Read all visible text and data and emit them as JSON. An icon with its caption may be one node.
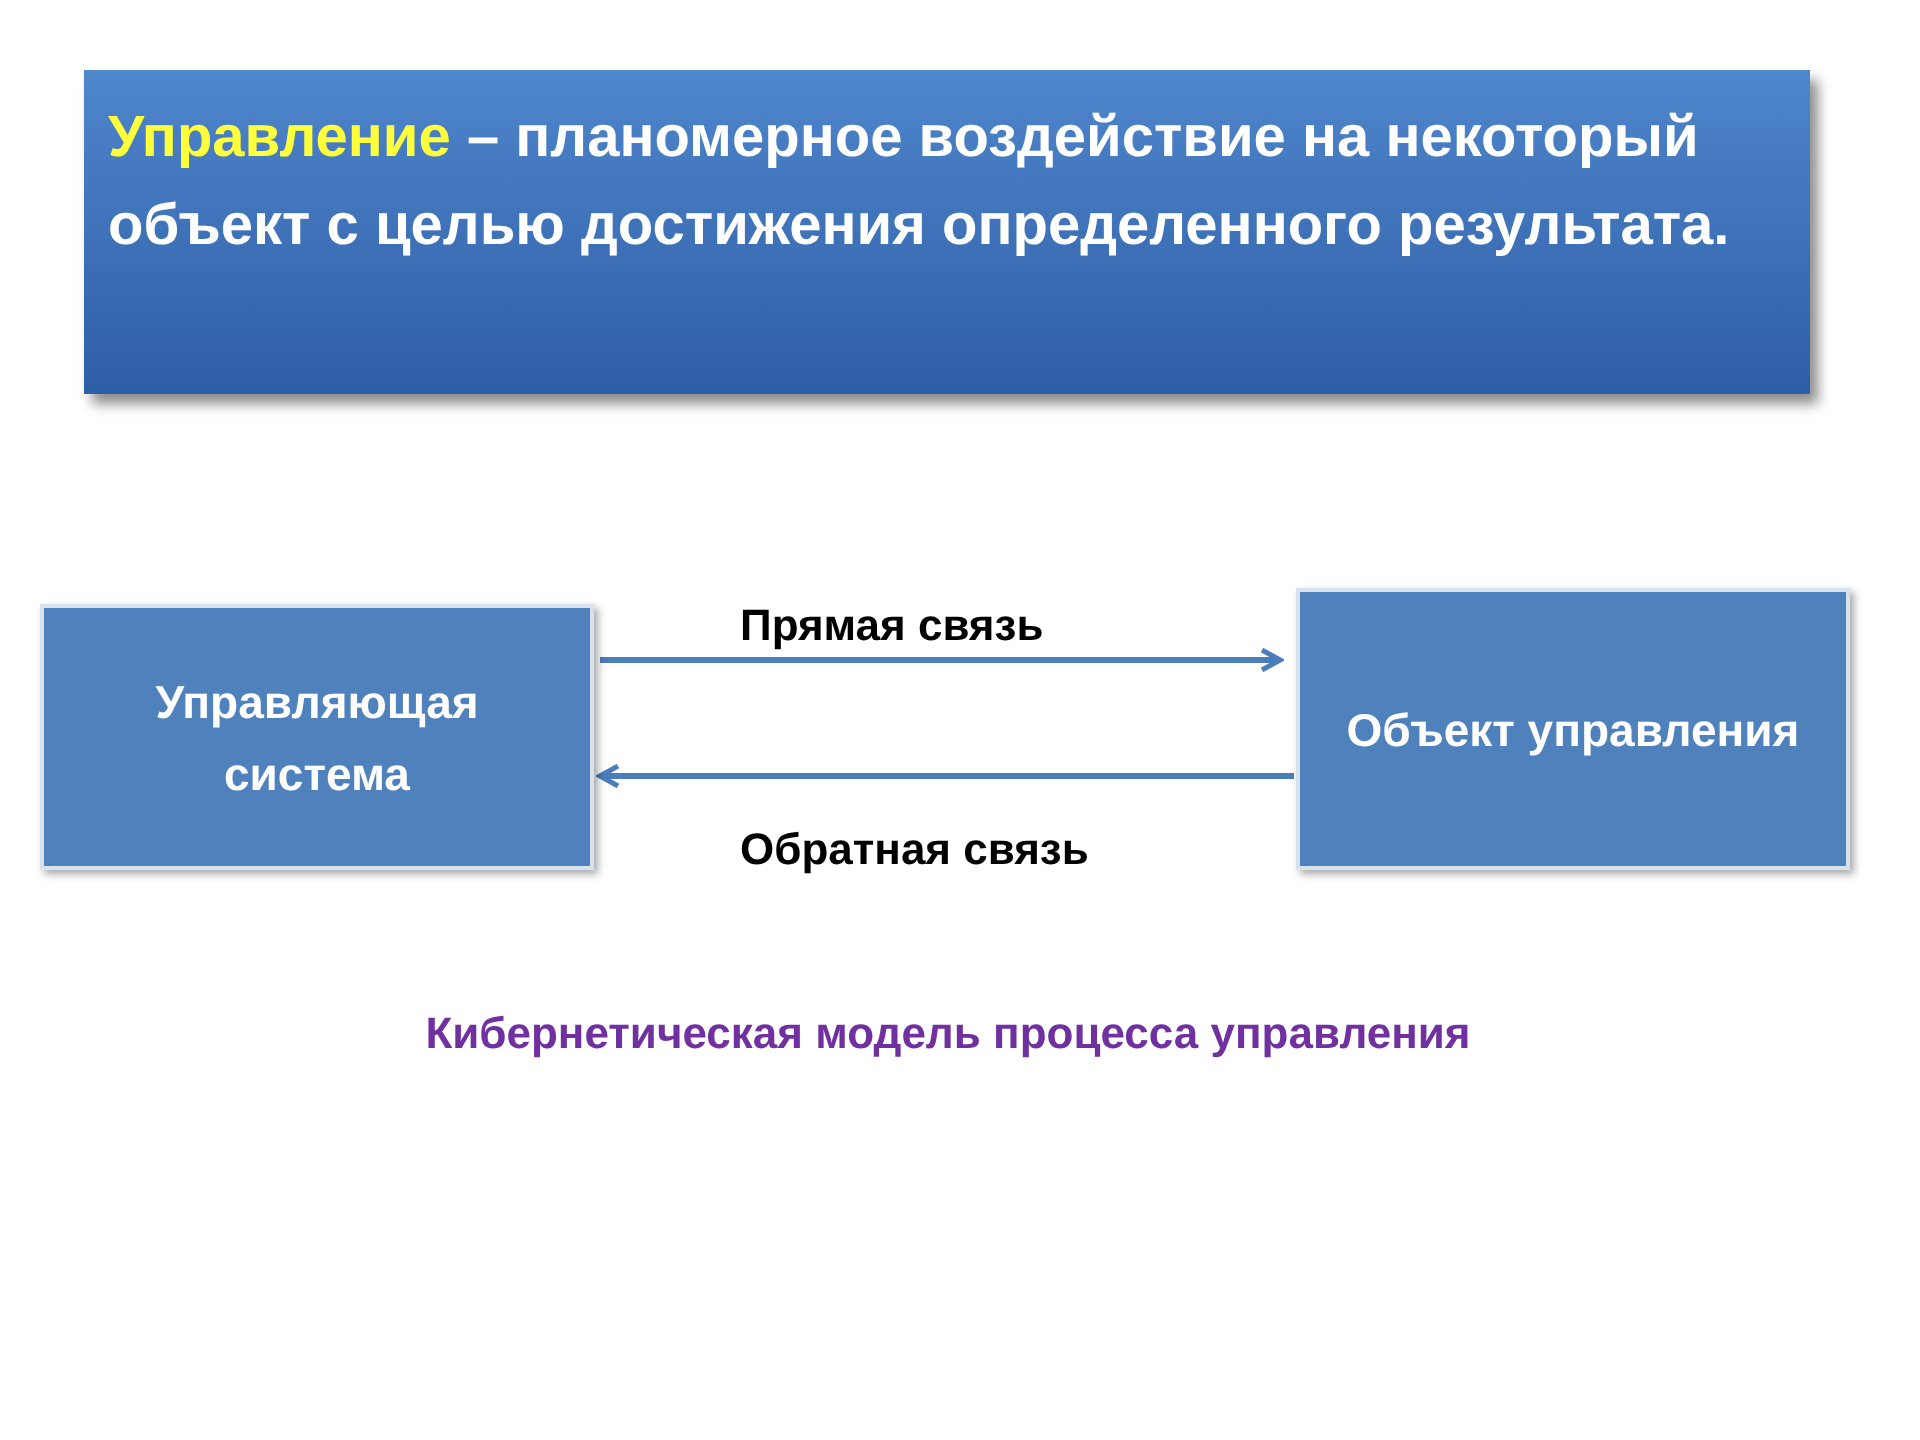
{
  "diagram": {
    "nodes": [
      {
        "text": [
          "Управление",
          "– планомерное воздействие на некоторый объект с целью достижения определенного результата."
        ]
      },
      {
        "text": [
          "Управляющая система"
        ]
      },
      {
        "text": [
          "Объект управления"
        ]
      }
    ],
    "edges": [
      {
        "from": 1,
        "to": 2,
        "arrow": "to",
        "label": "Прямая связь"
      },
      {
        "from": 2,
        "to": 1,
        "arrow": "to",
        "label": "Обратная связь"
      }
    ],
    "caption": "Кибернетическая модель процесса управления"
  }
}
